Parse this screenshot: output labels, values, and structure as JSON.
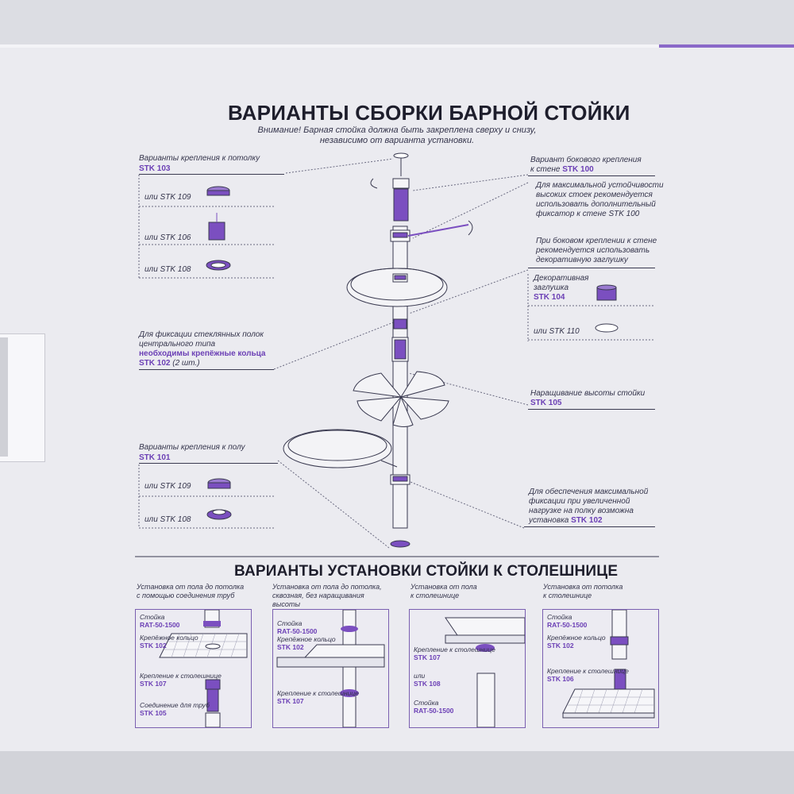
{
  "main_title": "ВАРИАНТЫ СБОРКИ БАРНОЙ СТОЙКИ",
  "warning": {
    "line1": "Внимание! Барная стойка должна быть закреплена сверху и снизу,",
    "line2": "независимо от варианта установки."
  },
  "left": {
    "ceiling_title": "Варианты крепления к потолку",
    "ceiling_code": "STK 103",
    "or_109": "или STK 109",
    "or_106": "или STK 106",
    "or_108": "или STK 108",
    "glass_l1": "Для фиксации стеклянных полок",
    "glass_l2": "центрального типа",
    "glass_l3": "необходимы крепёжные кольца",
    "glass_code": "STK 102",
    "glass_qty": "(2 шт.)",
    "floor_title": "Варианты крепления к полу",
    "floor_code": "STK 101",
    "floor_or_109": "или STK 109",
    "floor_or_108": "или STK 108"
  },
  "right": {
    "side_l1": "Вариант бокового крепления",
    "side_l2": "к стене",
    "side_code": "STK 100",
    "stab_l1": "Для максимальной устойчивости",
    "stab_l2": "высоких стоек рекомендуется",
    "stab_l3": "использовать дополнительный",
    "stab_l4": "фиксатор к стене STK 100",
    "dec_l1": "При боковом креплении к стене",
    "dec_l2": "рекомендуется использовать",
    "dec_l3": "декоративную заглушку",
    "plug_l1": "Декоративная",
    "plug_l2": "заглушка",
    "plug_code": "STK 104",
    "or_110": "или STK 110",
    "ext_title": "Наращивание высоты стойки",
    "ext_code": "STK 105",
    "fix_l1": "Для обеспечения максимальной",
    "fix_l2": "фиксации при увеличенной",
    "fix_l3": "нагрузке на полку возможна",
    "fix_l4": "установка",
    "fix_code": "STK 102"
  },
  "second_title": "ВАРИАНТЫ УСТАНОВКИ СТОЙКИ К СТОЛЕШНИЦЕ",
  "panels": [
    {
      "cap1": "Установка от пола до потолка",
      "cap2": "с помощью соединения труб",
      "cap3": "",
      "labels": [
        {
          "t": "Стойка",
          "c": "RAT-50-1500"
        },
        {
          "t": "Крепёжное кольцо",
          "c": "STK 102"
        },
        {
          "t": "Крепление к столешнице",
          "c": "STK 107"
        },
        {
          "t": "Соединение для труб",
          "c": "STK 105"
        }
      ]
    },
    {
      "cap1": "Установка от пола до потолка,",
      "cap2": "сквозная, без наращивания",
      "cap3": "высоты",
      "labels": [
        {
          "t": "Стойка",
          "c": "RAT-50-1500"
        },
        {
          "t": "Крепёжное кольцо",
          "c": "STK 102"
        },
        {
          "t": "Крепление к столешнице",
          "c": "STK 107"
        }
      ]
    },
    {
      "cap1": "Установка от пола",
      "cap2": "к столешнице",
      "cap3": "",
      "labels": [
        {
          "t": "Крепление к столешнице",
          "c": "STK 107"
        },
        {
          "t": "или",
          "c": "STK 108"
        },
        {
          "t": "Стойка",
          "c": "RAT-50-1500"
        }
      ]
    },
    {
      "cap1": "Установка от потолка",
      "cap2": "к столешнице",
      "cap3": "",
      "labels": [
        {
          "t": "Стойка",
          "c": "RAT-50-1500"
        },
        {
          "t": "Крепёжное кольцо",
          "c": "STK 102"
        },
        {
          "t": "Крепление к столешнице",
          "c": "STK 106"
        }
      ]
    }
  ],
  "colors": {
    "accent": "#6b3fb5",
    "line": "#3a3a50",
    "box": "#ebebf0"
  }
}
